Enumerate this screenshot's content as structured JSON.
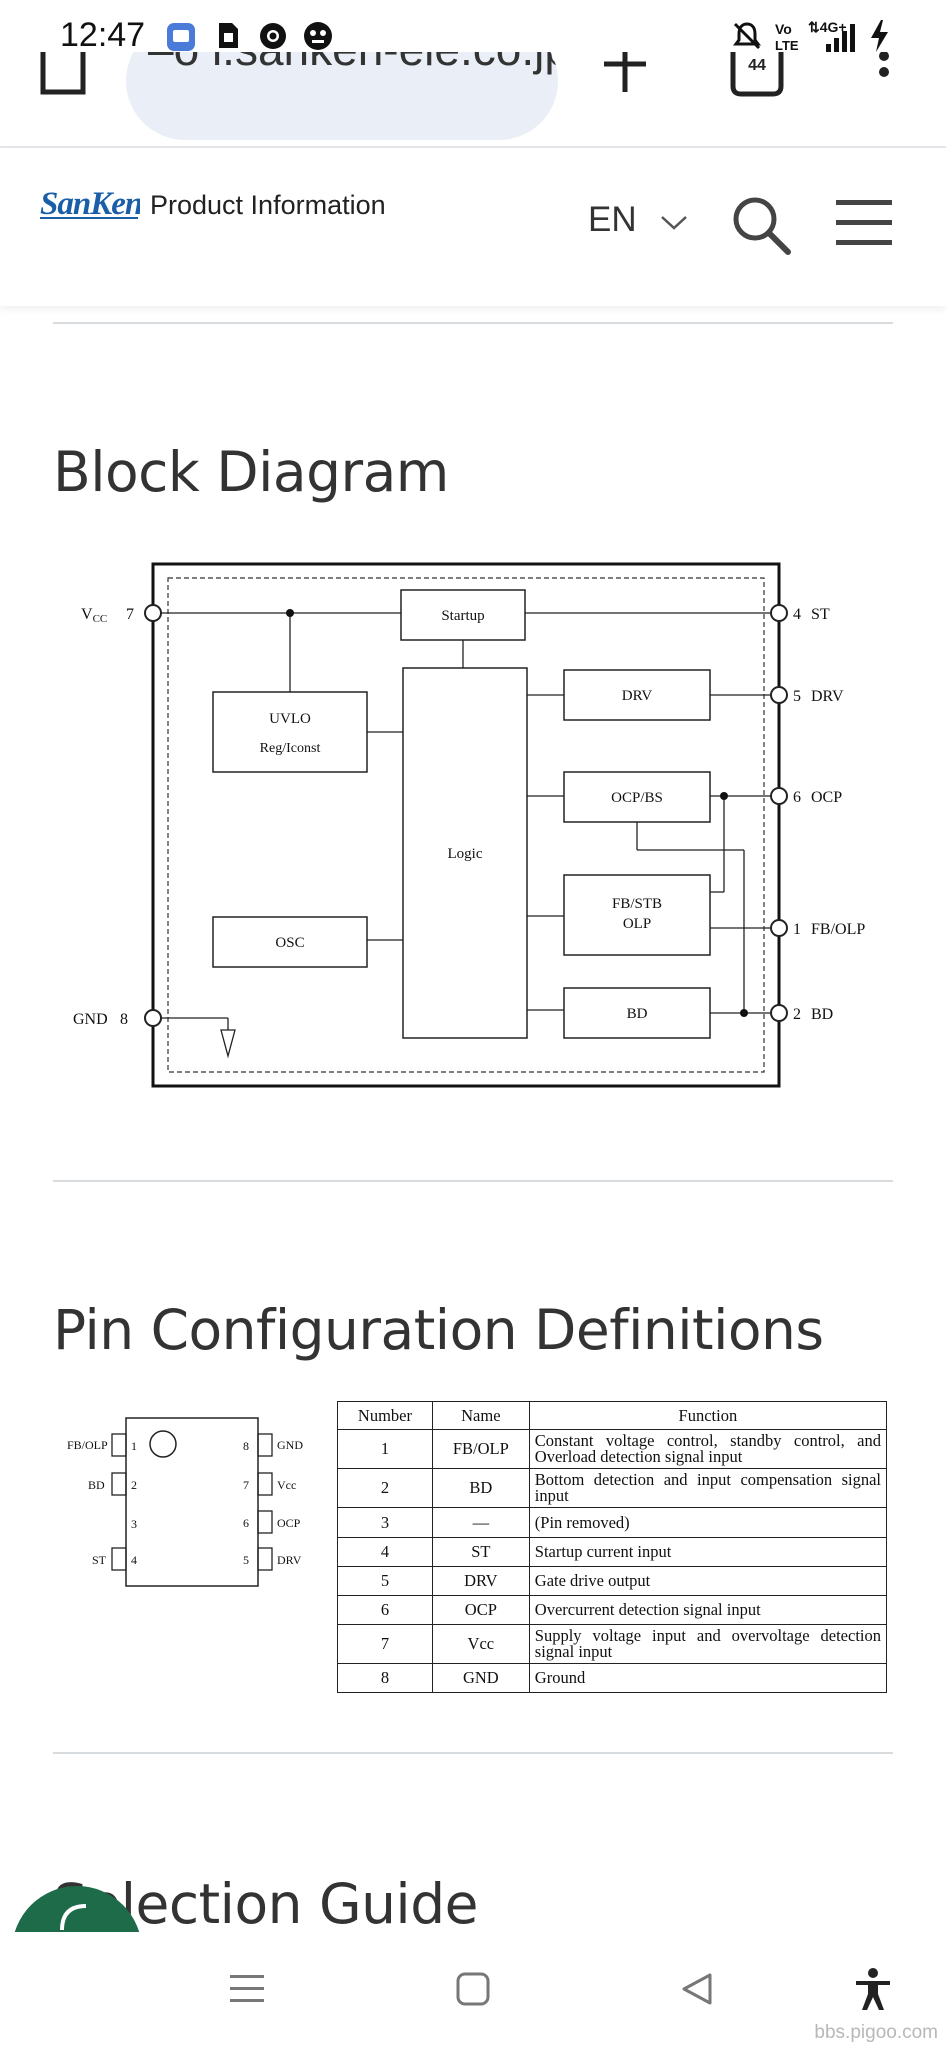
{
  "status_bar": {
    "time": "12:47",
    "icons": [
      "messages-icon",
      "sim-icon",
      "chrome-icon",
      "game-icon",
      "bell-off-icon",
      "volte-icon",
      "signal-4g-icon",
      "battery-charging-icon"
    ],
    "volte": "Vo LTE",
    "network": "4G+"
  },
  "browser": {
    "url": "–o  i.sanken-ele.co.jp",
    "tab_count": "44",
    "icons": [
      "home-icon",
      "new-tab-icon",
      "tabs-icon",
      "more-icon"
    ]
  },
  "site_header": {
    "logo_text": "SanKen",
    "product_info": "Product Information",
    "language": "EN",
    "icons": [
      "chevron-down-icon",
      "search-icon",
      "menu-icon"
    ]
  },
  "block_diagram": {
    "title": "Block Diagram",
    "pins_left": [
      {
        "name": "V",
        "sub": "CC",
        "number": "7"
      },
      {
        "name": "GND",
        "number": "8"
      }
    ],
    "pins_right": [
      {
        "number": "4",
        "name": "ST"
      },
      {
        "number": "5",
        "name": "DRV"
      },
      {
        "number": "6",
        "name": "OCP"
      },
      {
        "number": "1",
        "name": "FB/OLP"
      },
      {
        "number": "2",
        "name": "BD"
      }
    ],
    "blocks": {
      "startup": "Startup",
      "uvlo": "UVLO",
      "reg": "Reg/Iconst",
      "osc": "OSC",
      "logic": "Logic",
      "drv": "DRV",
      "ocp": "OCP/BS",
      "fb_line1": "FB/STB",
      "fb_line2": "OLP",
      "bd": "BD"
    }
  },
  "pin_config": {
    "title": "Pin Configuration Definitions",
    "package_pins_left": [
      {
        "label": "FB/OLP",
        "num": "1"
      },
      {
        "label": "BD",
        "num": "2"
      },
      {
        "label": "",
        "num": "3"
      },
      {
        "label": "ST",
        "num": "4"
      }
    ],
    "package_pins_right": [
      {
        "num": "8",
        "label": "GND"
      },
      {
        "num": "7",
        "label": "Vcc"
      },
      {
        "num": "6",
        "label": "OCP"
      },
      {
        "num": "5",
        "label": "DRV"
      }
    ],
    "table": {
      "headers": [
        "Number",
        "Name",
        "Function"
      ],
      "rows": [
        {
          "number": "1",
          "name": "FB/OLP",
          "function": "Constant voltage control, standby control, and Overload detection signal input"
        },
        {
          "number": "2",
          "name": "BD",
          "function": "Bottom detection and input compensation signal input"
        },
        {
          "number": "3",
          "name": "—",
          "function": "(Pin removed)"
        },
        {
          "number": "4",
          "name": "ST",
          "function": "Startup current input"
        },
        {
          "number": "5",
          "name": "DRV",
          "function": "Gate drive output"
        },
        {
          "number": "6",
          "name": "OCP",
          "function": "Overcurrent detection signal input"
        },
        {
          "number": "7",
          "name": "Vcc",
          "function": "Supply voltage input and overvoltage detection signal input"
        },
        {
          "number": "8",
          "name": "GND",
          "function": "Ground"
        }
      ]
    }
  },
  "selection_guide": {
    "title": "Selection Guide"
  },
  "nav_bar": {
    "icons": [
      "recent-apps-icon",
      "home-square-icon",
      "back-icon",
      "accessibility-icon"
    ]
  },
  "watermark": "bbs.pigoo.com",
  "colors": {
    "url_pill": "#eaeef6",
    "logo_blue": "#1a5ea8",
    "chat_green": "#1e6b4a"
  }
}
